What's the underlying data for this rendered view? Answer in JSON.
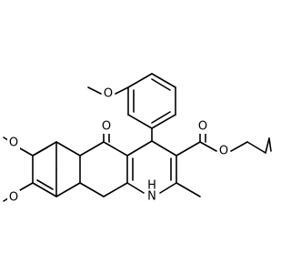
{
  "atoms": {
    "o_top": "O",
    "o_ketone": "O",
    "o_ester_carbonyl": "O",
    "o_ester": "O",
    "o_left_upper": "O",
    "o_left_lower": "O",
    "nh_h": "H",
    "nh_n": "N"
  },
  "colors": {
    "bond": "#000000",
    "label": "#000000",
    "background": "#ffffff"
  }
}
